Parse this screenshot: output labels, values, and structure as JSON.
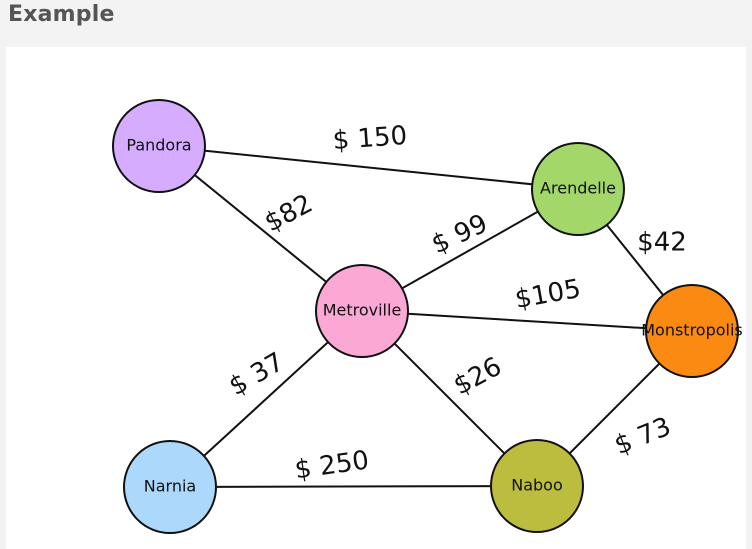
{
  "heading": "Example",
  "nodes": [
    {
      "id": "pandora",
      "label": "Pandora",
      "color": "#d6acff"
    },
    {
      "id": "arendelle",
      "label": "Arendelle",
      "color": "#a3d76a"
    },
    {
      "id": "metroville",
      "label": "Metroville",
      "color": "#fba8d4"
    },
    {
      "id": "monstropolis",
      "label": "Monstropolis",
      "color": "#fb8a13"
    },
    {
      "id": "narnia",
      "label": "Narnia",
      "color": "#acd8fc"
    },
    {
      "id": "naboo",
      "label": "Naboo",
      "color": "#bcbc3e"
    }
  ],
  "edges": [
    {
      "from": "pandora",
      "to": "arendelle",
      "cost": "$ 150"
    },
    {
      "from": "pandora",
      "to": "metroville",
      "cost": "$82"
    },
    {
      "from": "metroville",
      "to": "arendelle",
      "cost": "$ 99"
    },
    {
      "from": "arendelle",
      "to": "monstropolis",
      "cost": "$42"
    },
    {
      "from": "metroville",
      "to": "monstropolis",
      "cost": "$105"
    },
    {
      "from": "metroville",
      "to": "narnia",
      "cost": "$ 37"
    },
    {
      "from": "metroville",
      "to": "naboo",
      "cost": "$26"
    },
    {
      "from": "narnia",
      "to": "naboo",
      "cost": "$ 250"
    },
    {
      "from": "naboo",
      "to": "monstropolis",
      "cost": "$ 73"
    }
  ]
}
